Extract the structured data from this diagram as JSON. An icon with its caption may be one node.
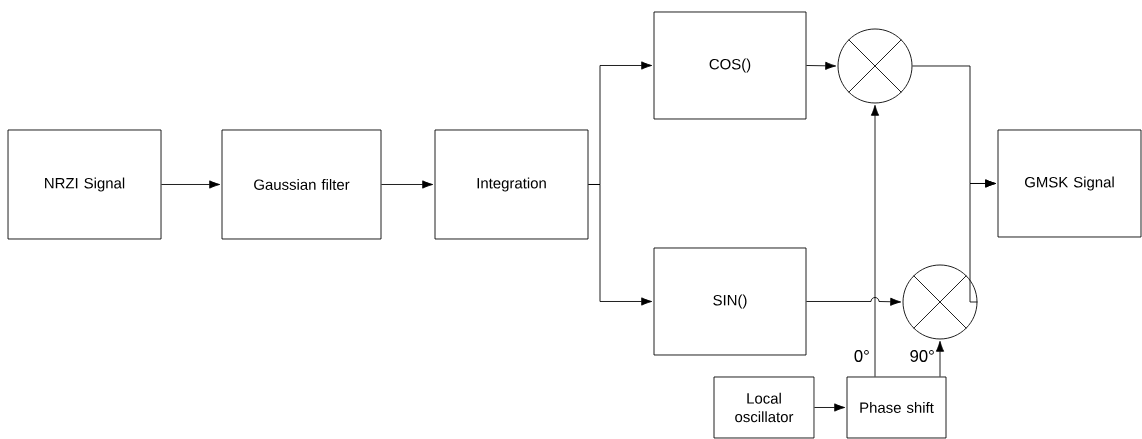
{
  "diagram": {
    "nodes": [
      {
        "text": [
          "NRZI Signal"
        ]
      },
      {
        "text": [
          "Gaussian filter"
        ]
      },
      {
        "text": [
          "Integration"
        ]
      },
      {
        "text": [
          "COS()"
        ]
      },
      {
        "text": [
          "SIN()"
        ]
      },
      {
        "text": [],
        "shape": "circle"
      },
      {
        "text": [],
        "shape": "circle"
      },
      {
        "text": [
          "GMSK Signal"
        ]
      },
      {
        "text": [
          "Local oscillator"
        ]
      },
      {
        "text": [
          "Phase shift"
        ]
      }
    ],
    "edges": [
      {
        "from": 0,
        "to": 1,
        "arrow": "to"
      },
      {
        "from": 1,
        "to": 2,
        "arrow": "to"
      },
      {
        "from": 2,
        "to": 3,
        "arrow": "to"
      },
      {
        "from": 2,
        "to": 4,
        "arrow": "to"
      },
      {
        "from": 3,
        "to": 5,
        "arrow": "to"
      },
      {
        "from": 4,
        "to": 6,
        "arrow": "to"
      },
      {
        "from": 5,
        "to": 7,
        "arrow": "to"
      },
      {
        "from": 6,
        "to": 7,
        "arrow": "to"
      },
      {
        "from": 8,
        "to": 9,
        "arrow": "to"
      },
      {
        "from": 9,
        "to": 5,
        "arrow": "to",
        "label": "0°"
      },
      {
        "from": 9,
        "to": 6,
        "arrow": "to",
        "label": "90°"
      }
    ]
  }
}
